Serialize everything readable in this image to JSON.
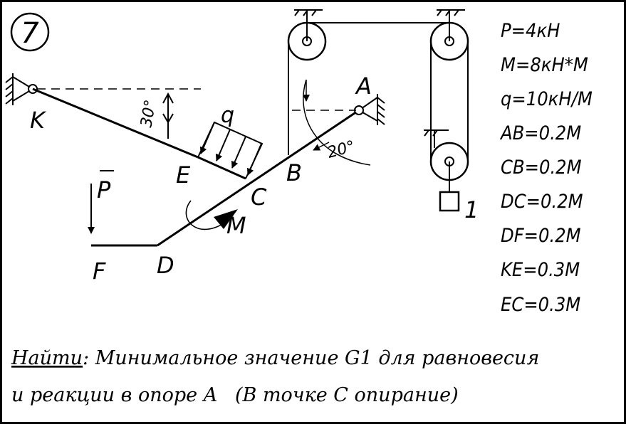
{
  "problem_number": "7",
  "labels": {
    "K": "K",
    "E": "E",
    "C": "C",
    "B": "B",
    "A": "A",
    "D": "D",
    "F": "F",
    "P": "P",
    "M": "M",
    "q": "q",
    "weight": "1",
    "angle_30": "30°",
    "angle_20": "20°"
  },
  "given": [
    "P=4кН",
    "M=8кН*М",
    "q=10кН/М",
    "AB=0.2М",
    "CB=0.2М",
    "DC=0.2М",
    "DF=0.2М",
    "KE=0.3М",
    "EC=0.3М"
  ],
  "task": {
    "title": "Найти",
    "line1_rest": ": Минимальное значение G1 для равновесия",
    "line2_a": "и реакции в опоре A",
    "line2_b": "(В точке C опирание)"
  }
}
